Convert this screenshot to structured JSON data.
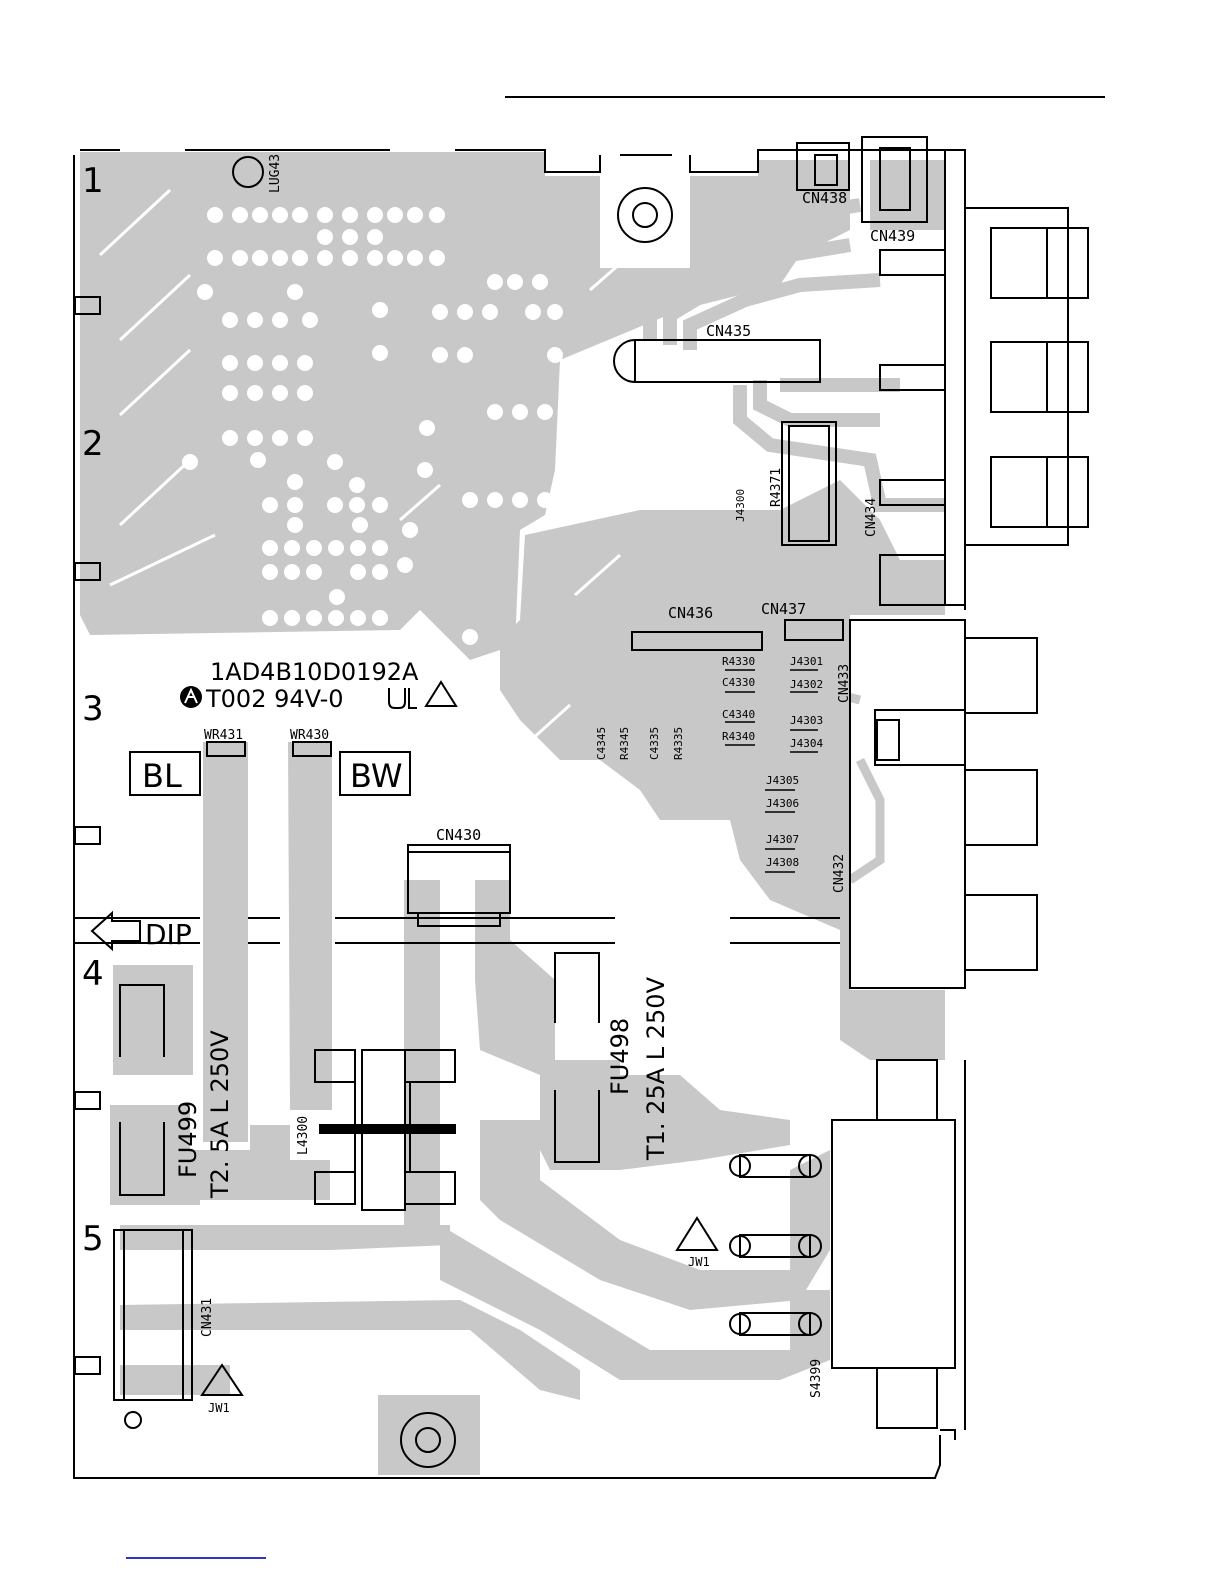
{
  "colors": {
    "copper": "#c8c8c8",
    "outline": "#000000",
    "background": "#ffffff",
    "link": "#3333cc"
  },
  "grid_rows": [
    "1",
    "2",
    "3",
    "4",
    "5"
  ],
  "board_code": "1AD4B10D0192A",
  "rating_line": "T002 94V-0",
  "dip_label": "DIP",
  "wire_boxes": {
    "bl": "BL",
    "bw": "BW"
  },
  "refs": {
    "lug": "LUG43",
    "cn438": "CN438",
    "cn439": "CN439",
    "cn435": "CN435",
    "cn434": "CN434",
    "cn436": "CN436",
    "cn437": "CN437",
    "cn433": "CN433",
    "cn432": "CN432",
    "cn430": "CN430",
    "cn431": "CN431",
    "wr431": "WR431",
    "wr430": "WR430",
    "r4371": "R4371",
    "j4300": "J4300",
    "r4330": "R4330",
    "c4330": "C4330",
    "c4340": "C4340",
    "r4340": "R4340",
    "j4301": "J4301",
    "j4302": "J4302",
    "j4303": "J4303",
    "j4304": "J4304",
    "j4305": "J4305",
    "j4306": "J4306",
    "j4307": "J4307",
    "j4308": "J4308",
    "c4345": "C4345",
    "r4345": "R4345",
    "c4335": "C4335",
    "r4335": "R4335",
    "l4300": "L4300",
    "s4399": "S4399",
    "jw1_top": "JW1",
    "jw1_bottom": "JW1"
  },
  "fuses": {
    "fu499_ref": "FU499",
    "fu499_rating": "T2. 5A L 250V",
    "fu498_ref": "FU498",
    "fu498_rating": "T1. 25A L 250V"
  }
}
